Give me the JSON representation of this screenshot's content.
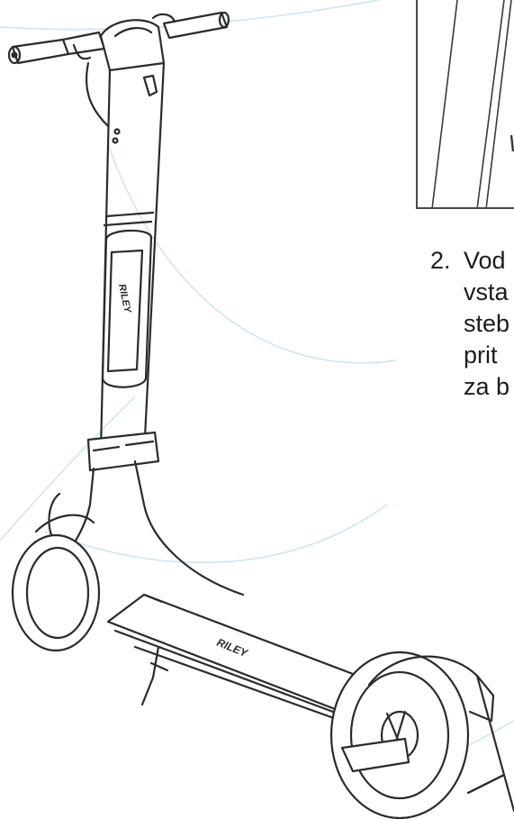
{
  "illustration": {
    "brand_mark_stem": "RILEY",
    "brand_mark_deck": "RILEY"
  },
  "instruction": {
    "number": "2.",
    "lines": [
      "Vod",
      "vsta",
      "steb",
      "prit",
      "za b"
    ]
  },
  "colors": {
    "line_art": "#2b2b2b",
    "background_arcs": "#cfe4ef",
    "text": "#1c1c1c"
  }
}
